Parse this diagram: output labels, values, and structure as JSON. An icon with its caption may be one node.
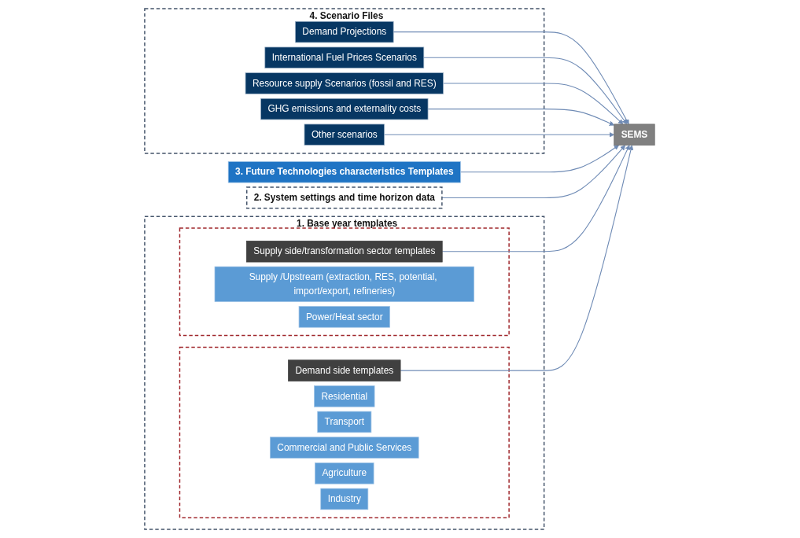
{
  "diagram": {
    "nodes": [
      {
        "text": [
          "4. Scenario Files"
        ]
      },
      {
        "text": [
          "Demand Projections"
        ],
        "in": 0
      },
      {
        "text": [
          "International Fuel Prices Scenarios"
        ],
        "in": 0
      },
      {
        "text": [
          "Resource supply Scenarios (fossil and RES)"
        ],
        "in": 0
      },
      {
        "text": [
          "GHG emissions and externality costs"
        ],
        "in": 0
      },
      {
        "text": [
          "Other scenarios"
        ],
        "in": 0
      },
      {
        "text": [
          "SEMS"
        ]
      },
      {
        "text": [
          "3. Future Technologies characteristics Templates"
        ]
      },
      {
        "text": [
          "2. System settings and time horizon data"
        ]
      },
      {
        "text": [
          "1. Base year templates"
        ]
      },
      {
        "text": [],
        "shape": "box",
        "in": 9
      },
      {
        "text": [
          "Supply side/transformation sector templates"
        ],
        "in": 10
      },
      {
        "text": [
          "Supply /Upstream (extraction, RES, potential, import/export, refineries)"
        ],
        "in": 10
      },
      {
        "text": [
          "Power/Heat sector"
        ],
        "in": 10
      },
      {
        "text": [],
        "shape": "box",
        "in": 9
      },
      {
        "text": [
          "Demand side templates"
        ],
        "in": 14
      },
      {
        "text": [
          "Residential"
        ],
        "in": 14
      },
      {
        "text": [
          "Transport"
        ],
        "in": 14
      },
      {
        "text": [
          "Commercial and Public Services"
        ],
        "in": 14
      },
      {
        "text": [
          "Agriculture"
        ],
        "in": 14
      },
      {
        "text": [
          "Industry"
        ],
        "in": 14
      }
    ],
    "edges": [
      {
        "from": 1,
        "to": 6,
        "arrow": "to"
      },
      {
        "from": 2,
        "to": 6,
        "arrow": "to"
      },
      {
        "from": 3,
        "to": 6,
        "arrow": "to"
      },
      {
        "from": 4,
        "to": 6,
        "arrow": "to"
      },
      {
        "from": 5,
        "to": 6,
        "arrow": "to"
      },
      {
        "from": 7,
        "to": 6,
        "arrow": "to"
      },
      {
        "from": 8,
        "to": 6,
        "arrow": "to"
      },
      {
        "from": 11,
        "to": 6,
        "arrow": "to"
      },
      {
        "from": 15,
        "to": 6,
        "arrow": "to"
      }
    ]
  }
}
